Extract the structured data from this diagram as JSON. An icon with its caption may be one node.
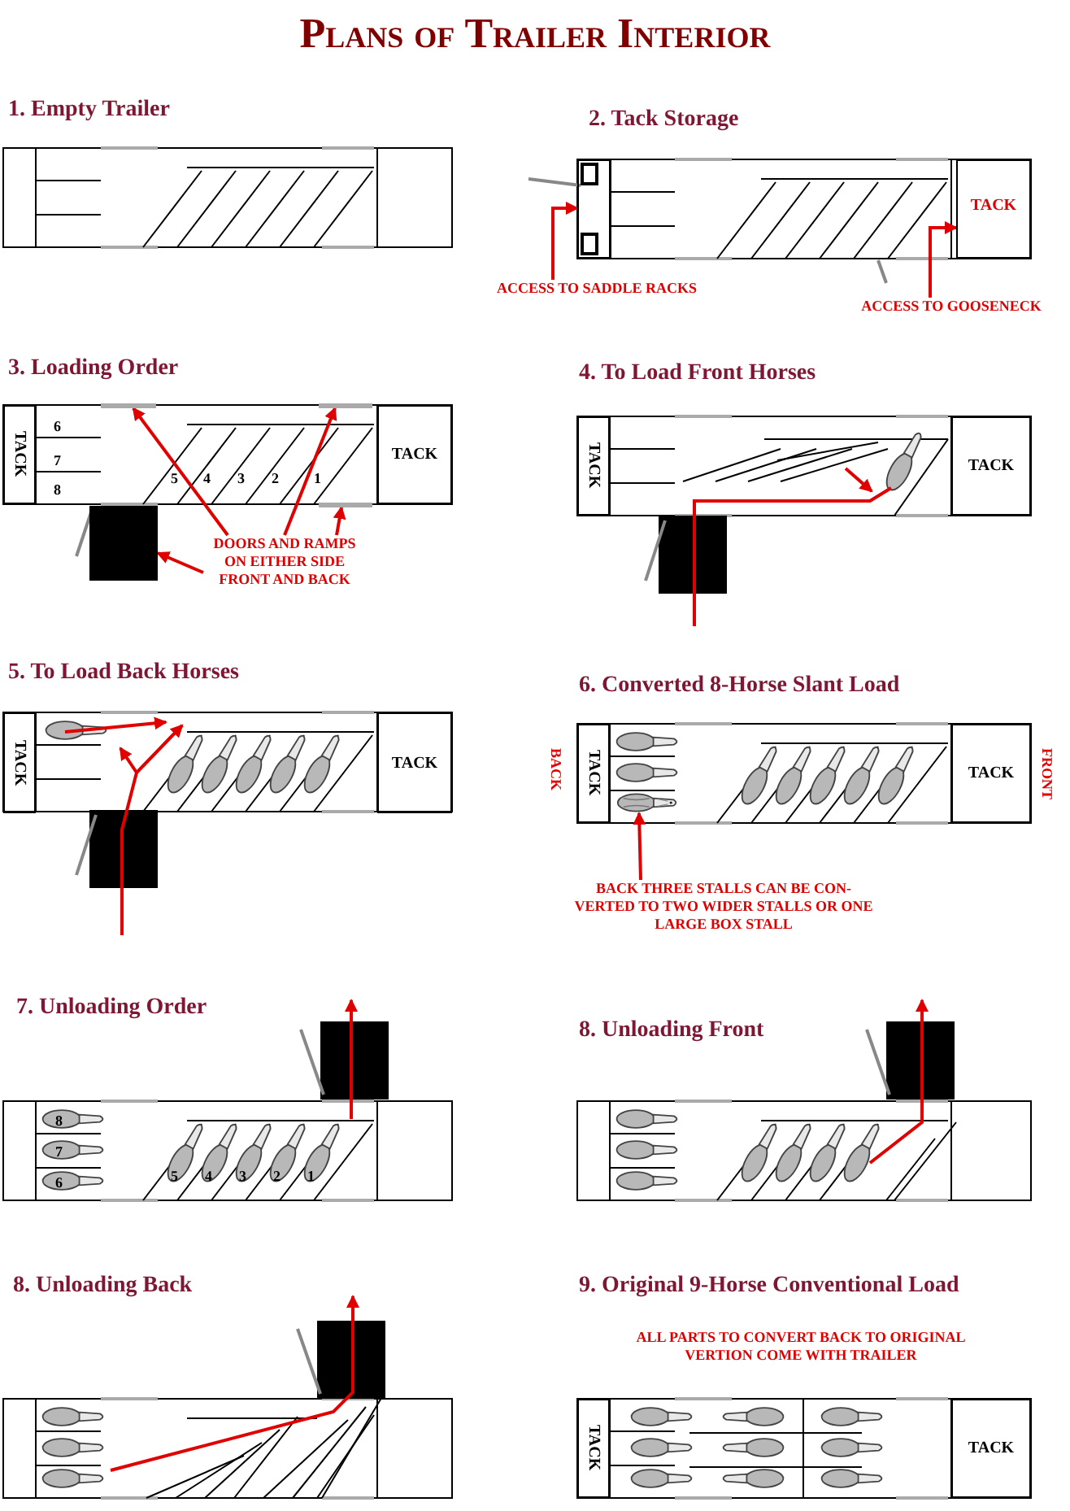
{
  "diagram": {
    "title": "Plans of Trailer Interior",
    "nodes": [
      {
        "text": [
          "TACK"
        ]
      },
      {
        "text": [
          "ACCESS TO SADDLE RACKS"
        ]
      },
      {
        "text": [
          "ACCESS TO GOOSENECK"
        ]
      },
      {
        "text": [
          "TACK"
        ]
      },
      {
        "text": [
          "TACK"
        ]
      },
      {
        "text": [],
        "shape": "box"
      },
      {
        "text": [
          "DOORS AND RAMPS ON EITHER SIDE FRONT AND BACK"
        ]
      },
      {
        "text": [
          "TACK"
        ]
      },
      {
        "text": [
          "TACK"
        ]
      },
      {
        "text": [
          "TACK"
        ]
      },
      {
        "text": [
          "TACK"
        ]
      },
      {
        "text": [
          "TACK"
        ]
      },
      {
        "text": [
          "TACK"
        ]
      },
      {
        "text": [
          "BACK THREE STALLS CAN BE CON-VERTED TO TWO WIDER STALLS OR ONE LARGE BOX STALL"
        ]
      },
      {
        "text": [
          "TACK"
        ]
      },
      {
        "text": [
          "TACK"
        ]
      },
      {
        "text": [],
        "shape": "box"
      },
      {
        "text": [],
        "shape": "bar"
      },
      {
        "text": [],
        "shape": "bar"
      },
      {
        "text": [],
        "shape": "bar"
      },
      {
        "text": [],
        "shape": "picture"
      }
    ],
    "edges": [
      {
        "from": 1,
        "to": 16,
        "arrow": "to"
      },
      {
        "from": 2,
        "to": 0,
        "arrow": "to"
      },
      {
        "from": 6,
        "to": 17,
        "arrow": "to"
      },
      {
        "from": 6,
        "to": 18,
        "arrow": "to"
      },
      {
        "from": 6,
        "to": 19,
        "arrow": "to"
      },
      {
        "from": 6,
        "to": 5,
        "arrow": "to"
      },
      {
        "from": 13,
        "to": 20,
        "arrow": "to"
      }
    ],
    "labels": [
      "1. Empty Trailer",
      "2. Tack Storage",
      "3. Loading Order",
      "6",
      "7",
      "8",
      "5",
      "4",
      "3",
      "2",
      "1",
      "4. To Load Front Horses",
      "5. To Load Back Horses",
      "6. Converted 8-Horse Slant Load",
      "BACK",
      "FRONT",
      "7. Unloading Order",
      "8",
      "7",
      "6",
      "5",
      "4",
      "3",
      "2",
      "1",
      "8. Unloading Front",
      "8. Unloading Back",
      "9. Original 9-Horse Conventional Load",
      "ALL PARTS TO CONVERT BACK TO ORIGINAL VERTION COME WITH TRAILER"
    ]
  }
}
